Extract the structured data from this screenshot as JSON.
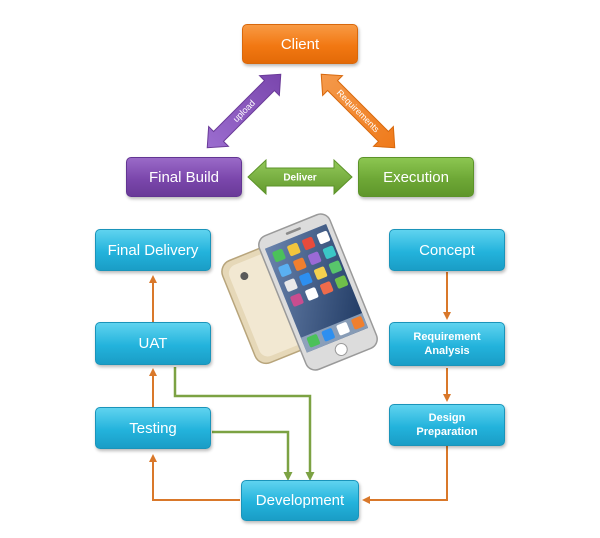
{
  "nodes": {
    "client": "Client",
    "final_build": "Final Build",
    "execution": "Execution",
    "final_delivery": "Final Delivery",
    "concept": "Concept",
    "uat": "UAT",
    "requirement_analysis": "Requirement Analysis",
    "testing": "Testing",
    "design_preparation": "Design Preparation",
    "development": "Development"
  },
  "edges": {
    "upload": "upload",
    "requirements": "Requirements",
    "deliver": "Deliver"
  },
  "colors": {
    "orange": "#f27812",
    "purple": "#7b47ac",
    "green": "#6ea836",
    "cyan": "#23b3dc",
    "flow_orange": "#d9782a",
    "flow_green": "#7ca243"
  },
  "images": {
    "phone": "smartphone-image"
  }
}
